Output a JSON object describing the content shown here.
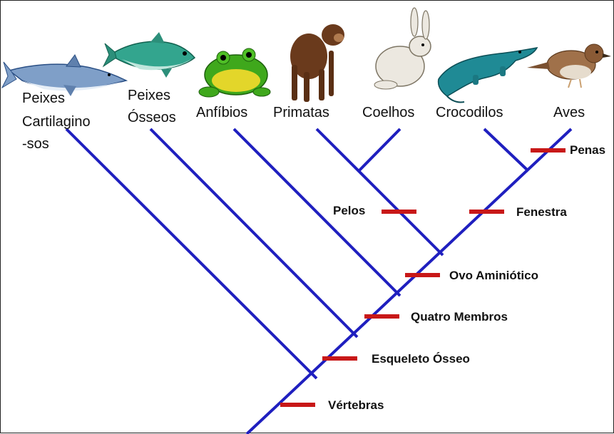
{
  "diagram": {
    "colors": {
      "branch": "#1f1fbf",
      "trait_mark": "#c81818",
      "text": "#111111"
    },
    "taxa": {
      "sharks": {
        "line1": "Peixes",
        "line2": "Cartilagino",
        "line3": "-sos",
        "icon": "shark-icon"
      },
      "bony_fish": {
        "line1": "Peixes",
        "line2": "Ósseos",
        "icon": "tuna-fish-icon"
      },
      "amphibians": {
        "label": "Anfíbios",
        "icon": "frog-icon"
      },
      "primates": {
        "label": "Primatas",
        "icon": "monkey-icon"
      },
      "rabbits": {
        "label": "Coelhos",
        "icon": "rabbit-icon"
      },
      "crocodiles": {
        "label": "Crocodilos",
        "icon": "crocodile-icon"
      },
      "birds": {
        "label": "Aves",
        "icon": "sparrow-icon"
      }
    },
    "traits": {
      "vertebrae": "Vértebras",
      "bony_skeleton": "Esqueleto Ósseo",
      "four_limbs": "Quatro Membros",
      "amniotic_egg": "Ovo Aminiótico",
      "hair": "Pelos",
      "fenestra": "Fenestra",
      "feathers": "Penas"
    }
  }
}
